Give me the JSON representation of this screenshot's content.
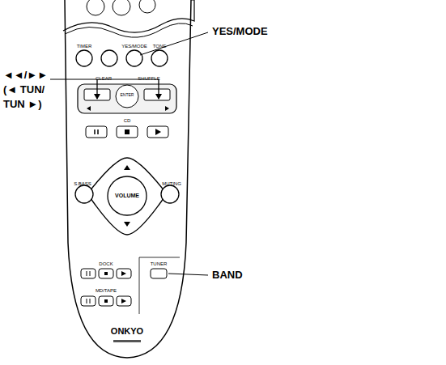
{
  "diagram": {
    "labels": [
      "YES/MODE",
      "◄◄/►►",
      "(◄ TUN/",
      "TUN ►)",
      "BAND",
      "TIMER",
      "YES/MODE",
      "TONE",
      "CLEAR",
      "SHUFFLE",
      "ENTER",
      "CD",
      "S.BASS",
      "MUTING",
      "VOLUME",
      "DOCK",
      "TUNER",
      "MD/TAPE",
      "ONKYO"
    ]
  }
}
